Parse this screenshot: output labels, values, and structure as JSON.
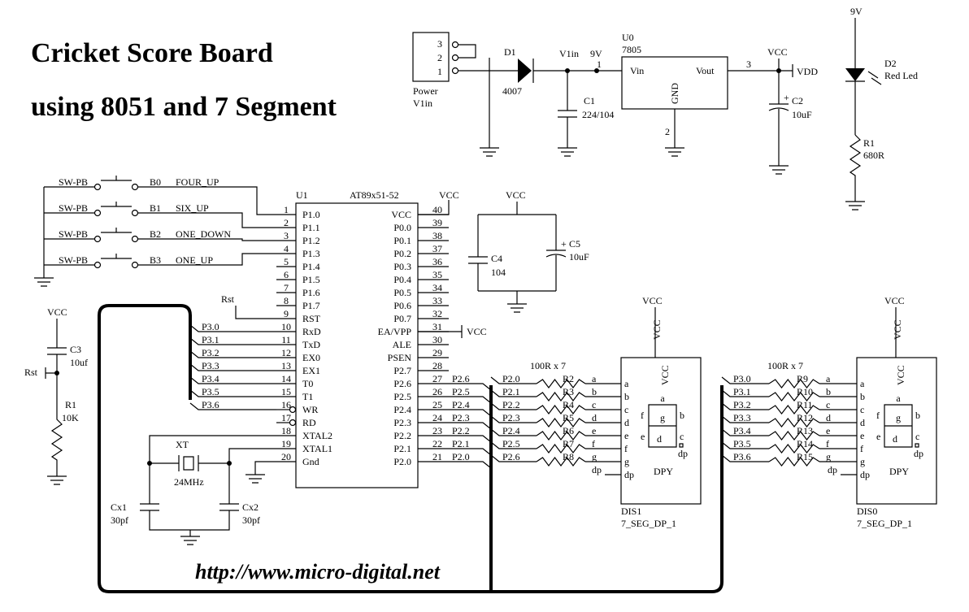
{
  "title": {
    "line1": "Cricket Score Board",
    "line2": "using 8051 and 7 Segment"
  },
  "url": "http://www.micro-digital.net",
  "power": {
    "connector": {
      "pins": [
        "3",
        "2",
        "1"
      ],
      "name": "Power",
      "value": "V1in"
    },
    "diode": {
      "ref": "D1",
      "value": "4007"
    },
    "net_v1in": "V1in",
    "net_9v": "9V",
    "cap1": {
      "ref": "C1",
      "value": "224/104"
    },
    "regulator": {
      "ref": "U0",
      "value": "7805",
      "vin": "Vin",
      "vout": "Vout",
      "gnd": "GND",
      "pin1": "1",
      "pin2": "2",
      "pin3": "3"
    },
    "vcc": "VCC",
    "vdd": "VDD",
    "cap2": {
      "ref": "C2",
      "value": "10uF"
    }
  },
  "led": {
    "supply": "9V",
    "ref": "D2",
    "value": "Red Led",
    "res_ref": "R1",
    "res_value": "680R"
  },
  "buttons": [
    {
      "type": "SW-PB",
      "ref": "B0",
      "net": "FOUR_UP"
    },
    {
      "type": "SW-PB",
      "ref": "B1",
      "net": "SIX_UP"
    },
    {
      "type": "SW-PB",
      "ref": "B2",
      "net": "ONE_DOWN"
    },
    {
      "type": "SW-PB",
      "ref": "B3",
      "net": "ONE_UP"
    }
  ],
  "mcu": {
    "ref": "U1",
    "part": "AT89x51-52",
    "left_pins": [
      {
        "num": "1",
        "name": "P1.0"
      },
      {
        "num": "2",
        "name": "P1.1"
      },
      {
        "num": "3",
        "name": "P1.2"
      },
      {
        "num": "4",
        "name": "P1.3"
      },
      {
        "num": "5",
        "name": "P1.4"
      },
      {
        "num": "6",
        "name": "P1.5"
      },
      {
        "num": "7",
        "name": "P1.6"
      },
      {
        "num": "8",
        "name": "P1.7"
      },
      {
        "num": "9",
        "name": "RST"
      },
      {
        "num": "10",
        "name": "RxD"
      },
      {
        "num": "11",
        "name": "TxD"
      },
      {
        "num": "12",
        "name": "EX0"
      },
      {
        "num": "13",
        "name": "EX1"
      },
      {
        "num": "14",
        "name": "T0"
      },
      {
        "num": "15",
        "name": "T1"
      },
      {
        "num": "16",
        "name": "WR"
      },
      {
        "num": "17",
        "name": "RD"
      },
      {
        "num": "18",
        "name": "XTAL2"
      },
      {
        "num": "19",
        "name": "XTAL1"
      },
      {
        "num": "20",
        "name": "Gnd"
      }
    ],
    "right_pins": [
      {
        "num": "40",
        "name": "VCC"
      },
      {
        "num": "39",
        "name": "P0.0"
      },
      {
        "num": "38",
        "name": "P0.1"
      },
      {
        "num": "37",
        "name": "P0.2"
      },
      {
        "num": "36",
        "name": "P0.3"
      },
      {
        "num": "35",
        "name": "P0.4"
      },
      {
        "num": "34",
        "name": "P0.5"
      },
      {
        "num": "33",
        "name": "P0.6"
      },
      {
        "num": "32",
        "name": "P0.7"
      },
      {
        "num": "31",
        "name": "EA/VPP"
      },
      {
        "num": "30",
        "name": "ALE"
      },
      {
        "num": "29",
        "name": "PSEN"
      },
      {
        "num": "28",
        "name": "P2.7"
      },
      {
        "num": "27",
        "name": "P2.6"
      },
      {
        "num": "26",
        "name": "P2.5"
      },
      {
        "num": "25",
        "name": "P2.4"
      },
      {
        "num": "24",
        "name": "P2.3"
      },
      {
        "num": "23",
        "name": "P2.2"
      },
      {
        "num": "22",
        "name": "P2.1"
      },
      {
        "num": "21",
        "name": "P2.0"
      }
    ],
    "rst_net": "Rst",
    "vcc_label": "VCC",
    "ea_vcc": "VCC",
    "p3_nets": [
      "P3.0",
      "P3.1",
      "P3.2",
      "P3.3",
      "P3.4",
      "P3.5",
      "P3.6"
    ],
    "p2_nets": [
      "P2.6",
      "P2.5",
      "P2.4",
      "P2.3",
      "P2.2",
      "P2.1",
      "P2.0"
    ]
  },
  "decoupling": {
    "vcc": "VCC",
    "c4": {
      "ref": "C4",
      "value": "104"
    },
    "c5": {
      "ref": "C5",
      "value": "10uF"
    }
  },
  "reset": {
    "vcc": "VCC",
    "cap": {
      "ref": "C3",
      "value": "10uf"
    },
    "net": "Rst",
    "res": {
      "ref": "R1",
      "value": "10K"
    }
  },
  "crystal": {
    "ref": "XT",
    "value": "24MHz",
    "cx1": {
      "ref": "Cx1",
      "value": "30pf"
    },
    "cx2": {
      "ref": "Cx2",
      "value": "30pf"
    }
  },
  "resistor_array_label": "100R x 7",
  "display1": {
    "ref": "DIS1",
    "part": "7_SEG_DP_1",
    "vcc": "VCC",
    "dpy": "DPY",
    "rows": [
      {
        "net": "P2.0",
        "res": "R2",
        "seg": "a"
      },
      {
        "net": "P2.1",
        "res": "R3",
        "seg": "b"
      },
      {
        "net": "P2.2",
        "res": "R4",
        "seg": "c"
      },
      {
        "net": "P2.3",
        "res": "R5",
        "seg": "d"
      },
      {
        "net": "P2.4",
        "res": "R6",
        "seg": "e"
      },
      {
        "net": "P2.5",
        "res": "R7",
        "seg": "f"
      },
      {
        "net": "P2.6",
        "res": "R8",
        "seg": "g"
      }
    ],
    "pins": [
      "a",
      "b",
      "c",
      "d",
      "e",
      "f",
      "g",
      "dp"
    ],
    "segs": {
      "a": "a",
      "b": "b",
      "c": "c",
      "d": "d",
      "e": "e",
      "f": "f",
      "g": "g",
      "dp": "dp"
    }
  },
  "display0": {
    "ref": "DIS0",
    "part": "7_SEG_DP_1",
    "vcc": "VCC",
    "dpy": "DPY",
    "rows": [
      {
        "net": "P3.0",
        "res": "R9",
        "seg": "a"
      },
      {
        "net": "P3.1",
        "res": "R10",
        "seg": "b"
      },
      {
        "net": "P3.2",
        "res": "R11",
        "seg": "c"
      },
      {
        "net": "P3.3",
        "res": "R12",
        "seg": "d"
      },
      {
        "net": "P3.4",
        "res": "R13",
        "seg": "e"
      },
      {
        "net": "P3.5",
        "res": "R14",
        "seg": "f"
      },
      {
        "net": "P3.6",
        "res": "R15",
        "seg": "g"
      }
    ],
    "pins": [
      "a",
      "b",
      "c",
      "d",
      "e",
      "f",
      "g",
      "dp"
    ],
    "segs": {
      "a": "a",
      "b": "b",
      "c": "c",
      "d": "d",
      "e": "e",
      "f": "f",
      "g": "g",
      "dp": "dp"
    }
  }
}
